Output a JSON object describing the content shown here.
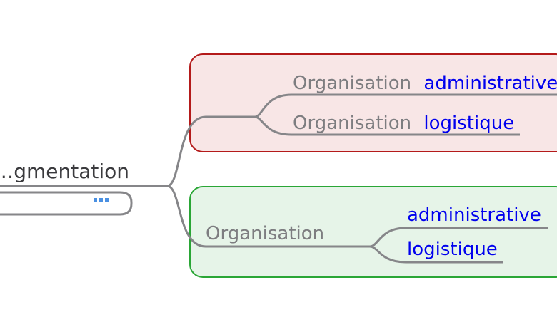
{
  "colors": {
    "connector": "#868689",
    "root_text": "#3a3a3d",
    "node_text": "#7d7d80",
    "link_text": "#0000ee",
    "more_dots": "#4a90e2",
    "group1_fill": "#f8e6e6",
    "group1_border": "#b41a1a",
    "group2_fill": "#e6f4e8",
    "group2_border": "#2aa636"
  },
  "root": {
    "label": "…gmentation",
    "more_icon": "ellipsis-icon"
  },
  "group1": {
    "items": [
      {
        "text": "Organisation",
        "link": "administrative"
      },
      {
        "text": "Organisation",
        "link": "logistique"
      }
    ]
  },
  "group2": {
    "parent": "Organisation",
    "children": [
      {
        "link": "administrative"
      },
      {
        "link": "logistique"
      }
    ]
  }
}
